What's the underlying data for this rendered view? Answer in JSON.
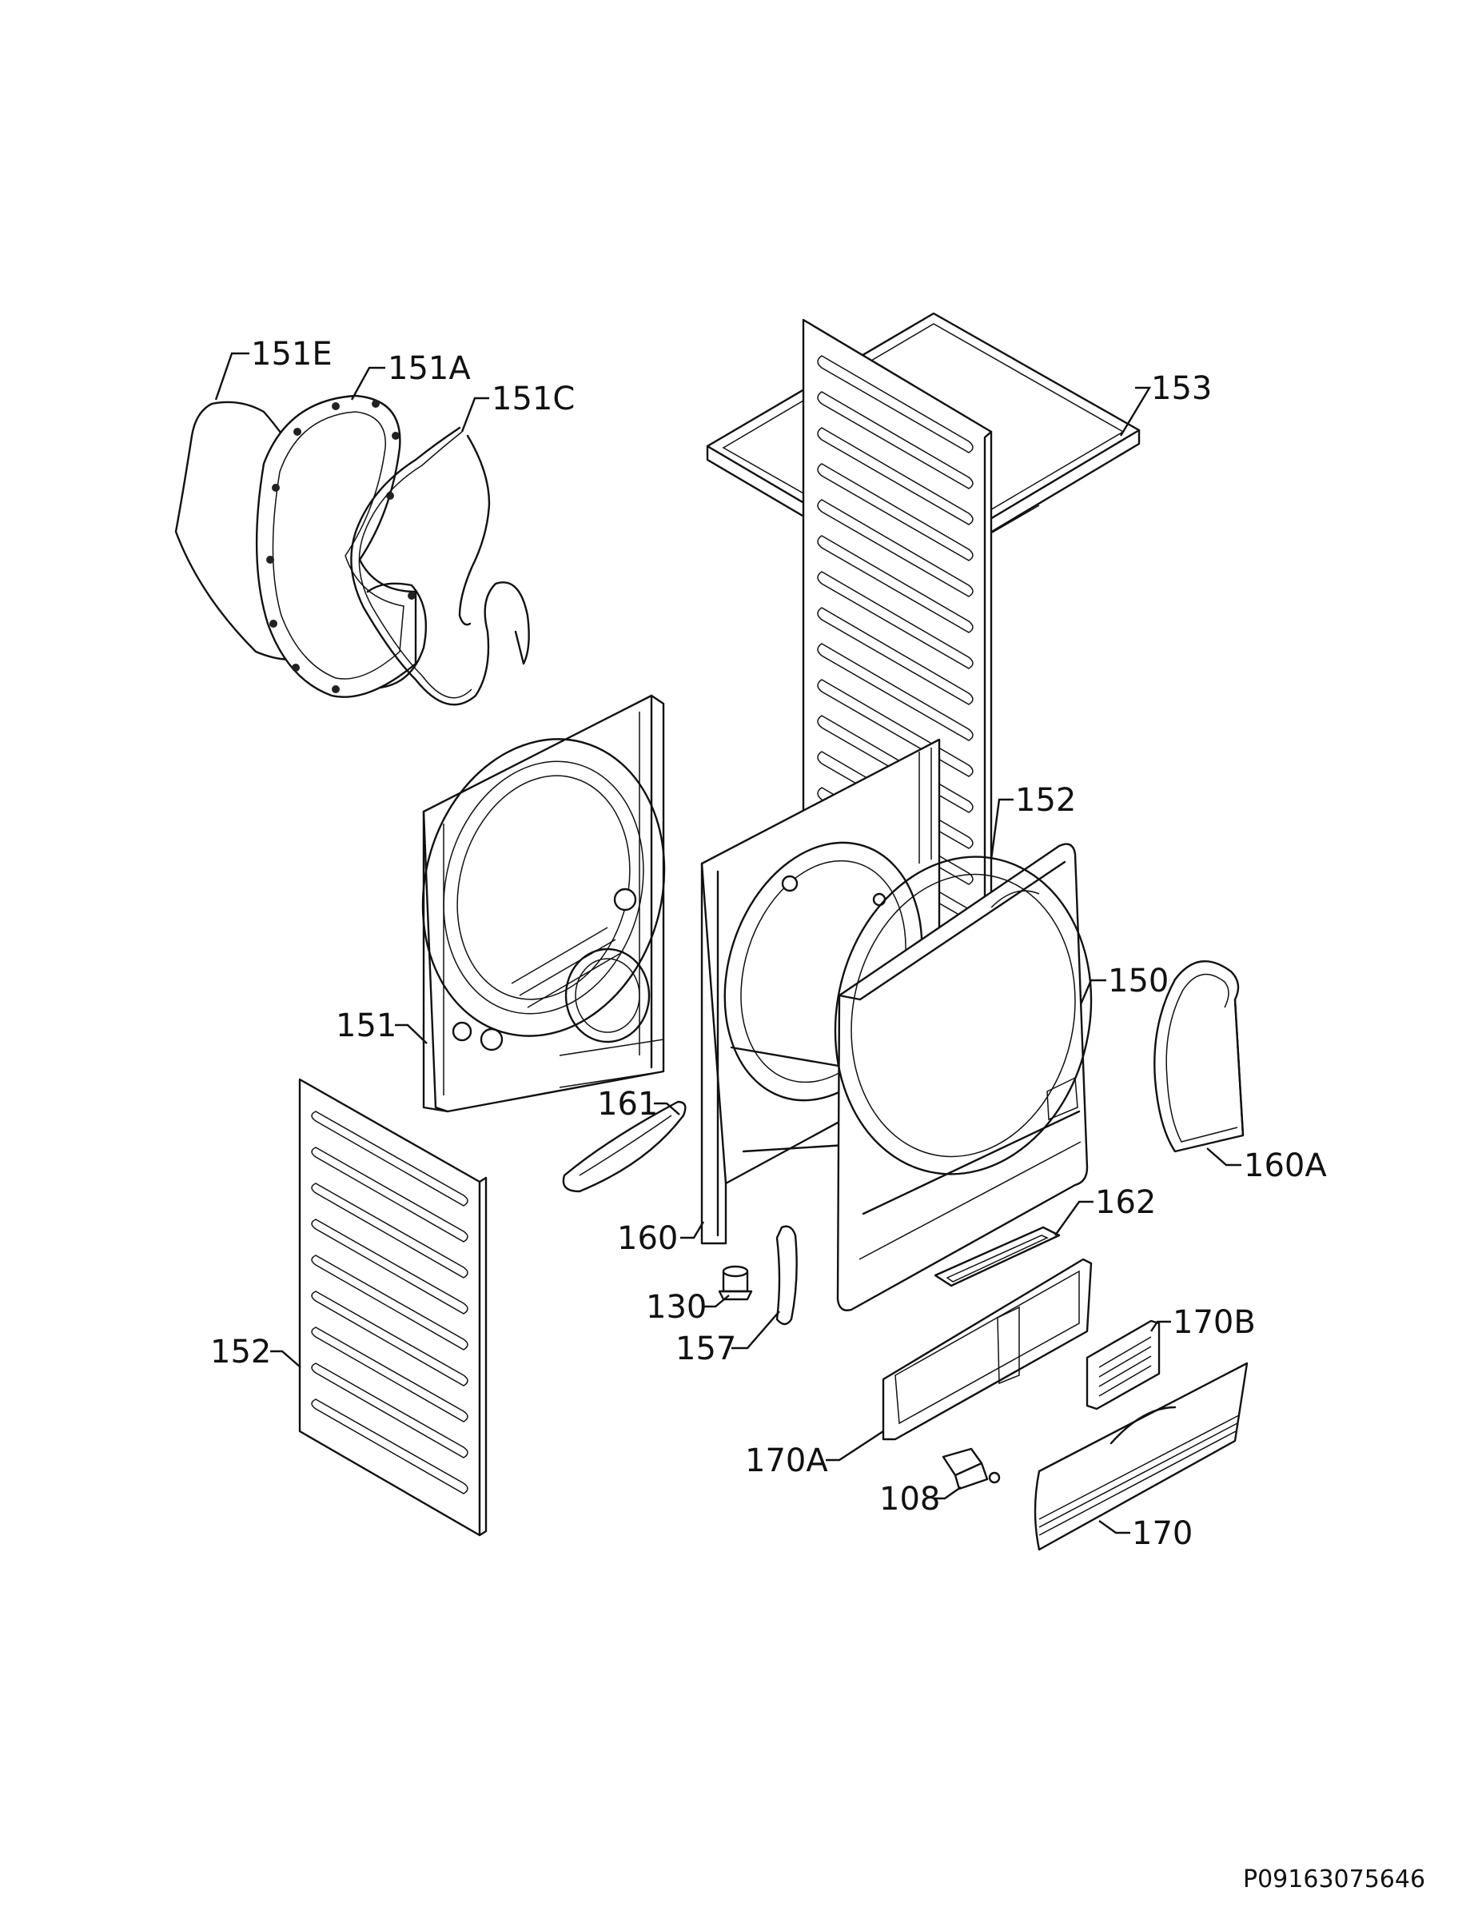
{
  "labels": {
    "l151E": "151E",
    "l151A": "151A",
    "l151C": "151C",
    "l153": "153",
    "l152_top": "152",
    "l151": "151",
    "l150": "150",
    "l161": "161",
    "l160A": "160A",
    "l160": "160",
    "l162": "162",
    "l130": "130",
    "l157": "157",
    "l152_bottom": "152",
    "l170B": "170B",
    "l170A": "170A",
    "l108": "108",
    "l170": "170"
  },
  "footer": {
    "drawing_code": "P09163075646"
  }
}
